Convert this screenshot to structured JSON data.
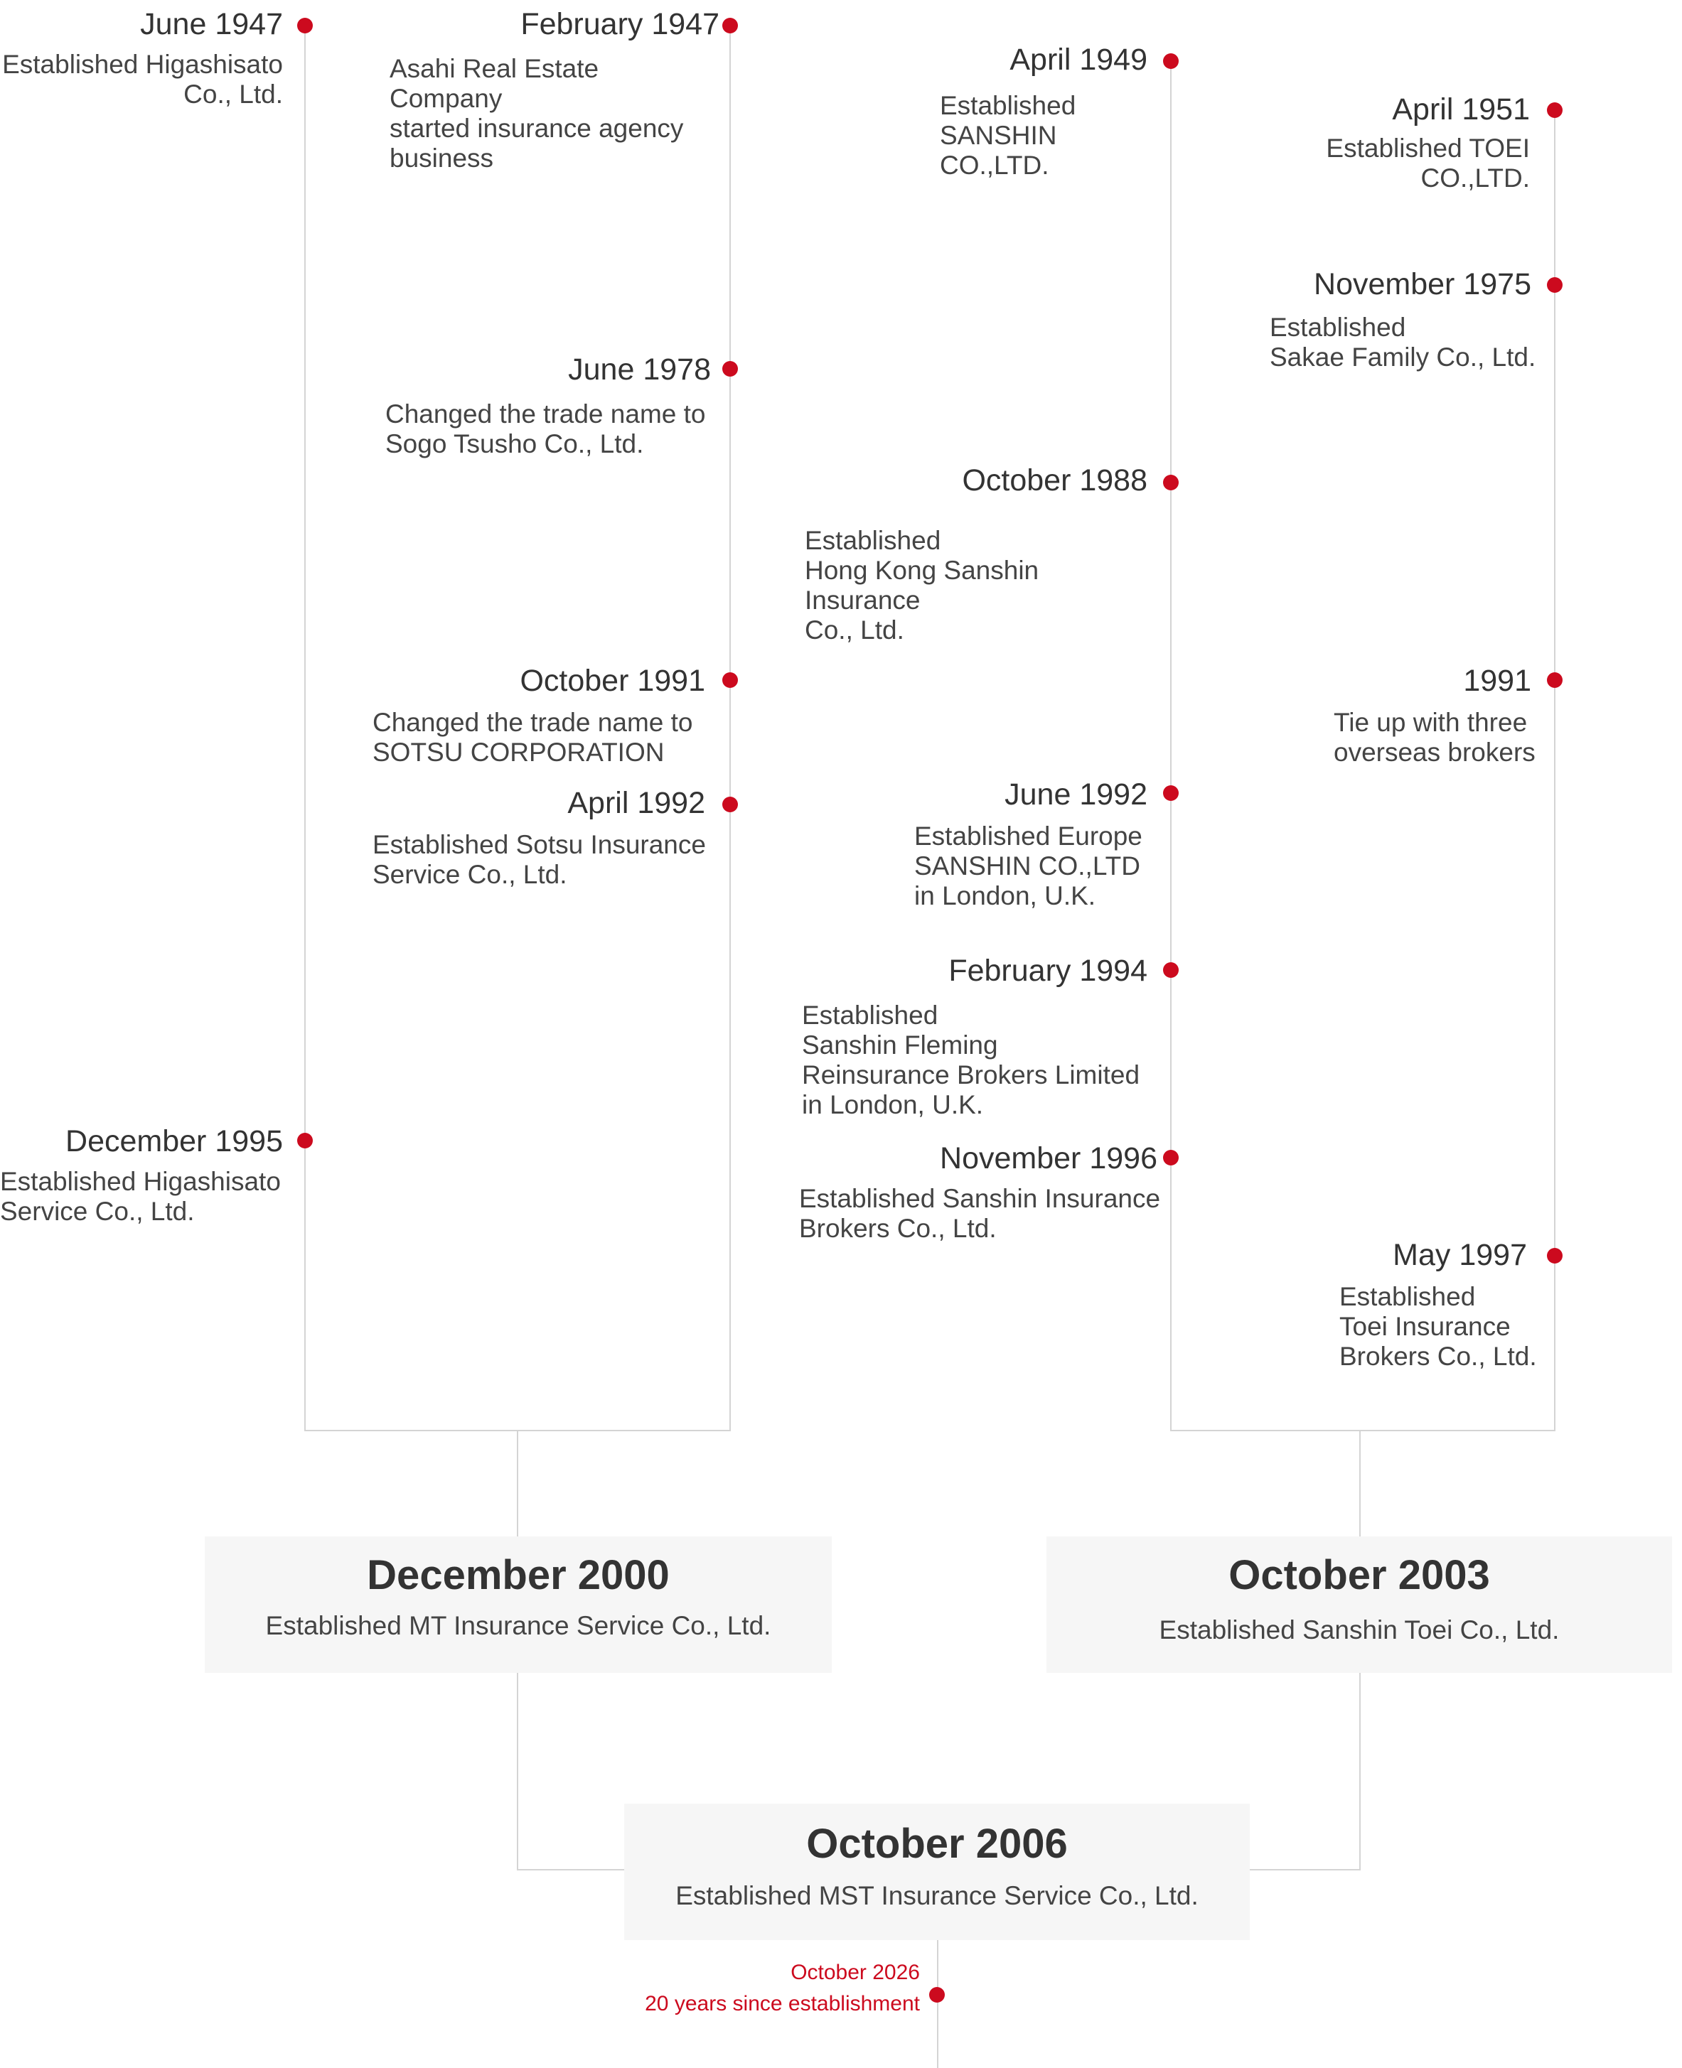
{
  "events": [
    {
      "date": "June 1947",
      "desc": "Established Higashisato\nCo., Ltd."
    },
    {
      "date": "February 1947",
      "desc": "Asahi Real Estate Company\nstarted insurance agency\nbusiness"
    },
    {
      "date": "April 1949",
      "desc": "Established\nSANSHIN CO.,LTD."
    },
    {
      "date": "April 1951",
      "desc": "Established TOEI CO.,LTD."
    },
    {
      "date": "November 1975",
      "desc": "Established\nSakae Family Co., Ltd."
    },
    {
      "date": "June 1978",
      "desc": "Changed the trade name to\nSogo Tsusho Co., Ltd."
    },
    {
      "date": "October 1988",
      "desc": "Established\nHong Kong Sanshin Insurance\nCo., Ltd."
    },
    {
      "date": "October 1991",
      "desc": "Changed the trade name to\nSOTSU CORPORATION"
    },
    {
      "date": "1991",
      "desc": "Tie up with three\noverseas brokers"
    },
    {
      "date": "April 1992",
      "desc": "Established Sotsu Insurance\nService Co., Ltd."
    },
    {
      "date": "June 1992",
      "desc": "Established Europe\nSANSHIN CO.,LTD\nin London, U.K."
    },
    {
      "date": "February 1994",
      "desc": "Established\nSanshin Fleming\nReinsurance Brokers Limited\nin London, U.K."
    },
    {
      "date": "December 1995",
      "desc": "Established Higashisato\nService Co., Ltd."
    },
    {
      "date": "November 1996",
      "desc": "Established Sanshin Insurance\nBrokers Co., Ltd."
    },
    {
      "date": "May 1997",
      "desc": "Established\nToei Insurance\nBrokers Co., Ltd."
    }
  ],
  "merges": [
    {
      "date": "December 2000",
      "desc": "Established MT Insurance Service Co., Ltd."
    },
    {
      "date": "October 2003",
      "desc": "Established Sanshin Toei Co., Ltd."
    },
    {
      "date": "October 2006",
      "desc": "Established MST Insurance Service Co., Ltd."
    }
  ],
  "anniversary": {
    "date": "October 2026",
    "desc": "20 years since establishment"
  },
  "colors": {
    "accent": "#cc0a1e",
    "line": "#d4d4d4",
    "box": "#f6f6f6",
    "text": "#333333"
  }
}
